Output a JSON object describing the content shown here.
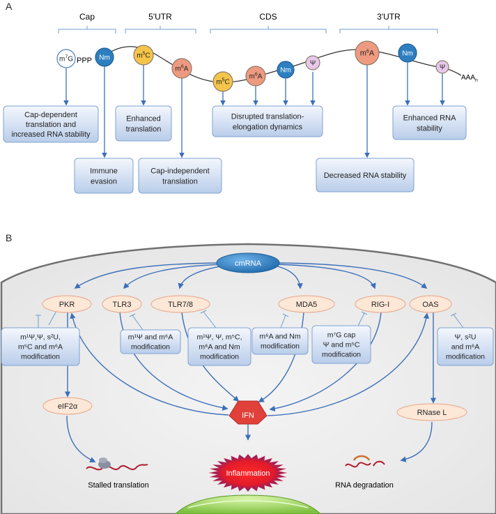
{
  "panel_a": {
    "letter": "A",
    "regions": {
      "cap": "Cap",
      "utr5": "5'UTR",
      "cds": "CDS",
      "utr3": "3'UTR"
    },
    "strand": {
      "ppp": "PPP",
      "polya": "AAA",
      "polya_sub": "n"
    },
    "mods": {
      "m7g": {
        "pre": "m",
        "sup": "7",
        "post": "G",
        "color": "#ffffff"
      },
      "nm1": {
        "pre": "Nm",
        "sup": "",
        "post": "",
        "color": "#2e7fc0"
      },
      "m5c1": {
        "pre": "m",
        "sup": "5",
        "post": "C",
        "color": "#f5c54a"
      },
      "m6a1": {
        "pre": "m",
        "sup": "6",
        "post": "A",
        "color": "#ee9a80"
      },
      "m5c2": {
        "pre": "m",
        "sup": "5",
        "post": "C",
        "color": "#f5c54a"
      },
      "m6a2": {
        "pre": "m",
        "sup": "6",
        "post": "A",
        "color": "#ee9a80"
      },
      "nm2": {
        "pre": "Nm",
        "sup": "",
        "post": "",
        "color": "#2e7fc0"
      },
      "psi1": {
        "pre": "Ψ",
        "sup": "",
        "post": "",
        "color": "#e7c8ea"
      },
      "m6a3": {
        "pre": "m",
        "sup": "6",
        "post": "A",
        "color": "#ee9a80"
      },
      "nm3": {
        "pre": "Nm",
        "sup": "",
        "post": "",
        "color": "#2e7fc0"
      },
      "psi2": {
        "pre": "Ψ",
        "sup": "",
        "post": "",
        "color": "#e7c8ea"
      }
    },
    "effects": {
      "cap_dependent": [
        "Cap-dependent",
        "translation and",
        "increased RNA stability"
      ],
      "enhanced_translation": [
        "Enhanced",
        "translation"
      ],
      "disrupted": [
        "Disrupted translation-",
        "elongation dynamics"
      ],
      "enhanced_stability": [
        "Enhanced RNA",
        "stability"
      ],
      "immune_evasion": [
        "Immune",
        "evasion"
      ],
      "cap_independent": [
        "Cap-independent",
        "translation"
      ],
      "decreased_stability": [
        "Decreased RNA stability"
      ]
    }
  },
  "panel_b": {
    "letter": "B",
    "cmrna": "cmRNA",
    "sensors": {
      "pkr": "PKR",
      "tlr3": "TLR3",
      "tlr78": "TLR7/8",
      "mda5": "MDA5",
      "rigi": "RIG-I",
      "oas": "OAS"
    },
    "downstream": {
      "eif2a": "eIF2α",
      "rnasel": "RNase L",
      "ifn": "IFN",
      "inflammation": "Inflammation"
    },
    "outcomes": {
      "stalled": "Stalled translation",
      "degradation": "RNA degradation"
    },
    "inhibitors": {
      "pkr_mod": [
        "m¹Ψ,Ψ, s²U,",
        "m⁵C and m⁶A",
        "modification"
      ],
      "tlr3_mod": [
        "m¹Ψ and m⁶A",
        "modification"
      ],
      "tlr78_mod": [
        "m¹Ψ, Ψ, m⁵C,",
        "m⁶A and Nm",
        "modification"
      ],
      "mda5_mod": [
        "m⁶A and Nm",
        "modification"
      ],
      "rigi_mod": [
        "m⁷G cap",
        "Ψ and m⁵C",
        "modification"
      ],
      "oas_mod": [
        "Ψ, s²U",
        "and m⁶A",
        "modification"
      ]
    },
    "colors": {
      "arrow": "#3c6fb8",
      "box_top": "#eef3fb",
      "box_bottom": "#b8cbea",
      "sensor_fill": "#fde8d8",
      "sensor_stroke": "#e8a486",
      "ifn": "#e0413a",
      "cmrna": "#2e7fc0"
    }
  }
}
